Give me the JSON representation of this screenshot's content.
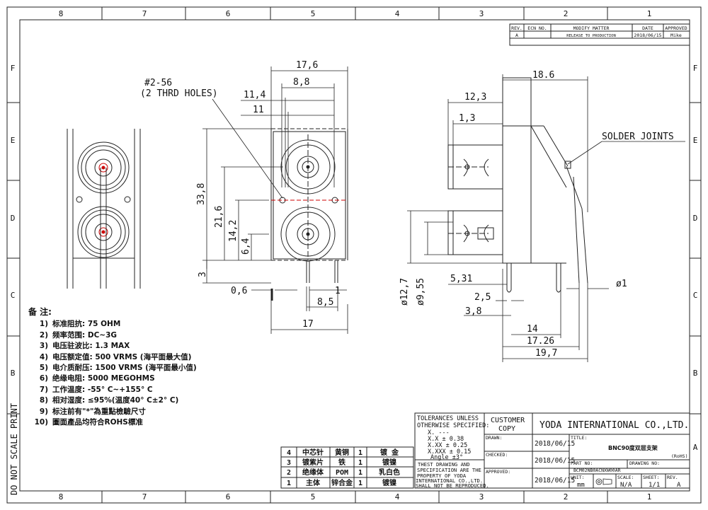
{
  "border": {
    "cols_top": [
      "8",
      "7",
      "6",
      "5",
      "4",
      "3",
      "2",
      "1"
    ],
    "cols_bottom": [
      "8",
      "7",
      "6",
      "5",
      "4",
      "3",
      "2",
      "1"
    ],
    "rows": [
      "F",
      "E",
      "D",
      "C",
      "B",
      "A"
    ],
    "side_note": "DO NOT SCALE PRINT"
  },
  "revision_table": {
    "headers": [
      "REV.",
      "ECN NO.",
      "MODIFY MATTER",
      "DATE",
      "APPROVED"
    ],
    "row": [
      "A",
      "",
      "RELEASE TO PRODUCTION",
      "2018/06/15",
      "Mike"
    ]
  },
  "front_view": {
    "dims": {
      "d17_6": "17,6",
      "d8_8": "8,8",
      "d11_4": "11,4",
      "d11": "11",
      "d33_8": "33,8",
      "d21_6": "21,6",
      "d14_2": "14,2",
      "d6_4": "6,4",
      "d3": "3",
      "d0_6": "0,6",
      "d1": "1",
      "d8_5": "8,5",
      "d17": "17"
    },
    "callout_line1": "#2-56",
    "callout_line2": "(2 THRD HOLES)"
  },
  "side_view": {
    "dims": {
      "d18_6": "18.6",
      "d12_3": "12,3",
      "d1_3": "1,3",
      "d12_7": "ø12,7",
      "d9_55": "ø9,55",
      "d5_31": "5,31",
      "d2_5": "2,5",
      "d3_8": "3,8",
      "d14": "14",
      "d17_26": "17.26",
      "d19_7": "19,7",
      "dphi1": "ø1"
    },
    "callout": "SOLDER JOINTS"
  },
  "notes": {
    "title": "备 注:",
    "items": [
      {
        "n": "1)",
        "t": "标准阻抗: 75 OHM"
      },
      {
        "n": "2)",
        "t": "频率范围: DC~3G"
      },
      {
        "n": "3)",
        "t": "电压驻波比: 1.3 MAX"
      },
      {
        "n": "4)",
        "t": "电压额定值: 500 VRMS (海平面最大值)"
      },
      {
        "n": "5)",
        "t": "电介质耐压: 1500 VRMS (海平面最小值)"
      },
      {
        "n": "6)",
        "t": "绝缘电阻: 5000 MEGOHMS"
      },
      {
        "n": "7)",
        "t": "工作温度: -55° C~+155° C"
      },
      {
        "n": "8)",
        "t": "相对湿度: ≤95%(温度40° C±2° C)"
      },
      {
        "n": "9)",
        "t": "标注前有\"*\"為重點檢驗尺寸"
      },
      {
        "n": "10)",
        "t": "圖面產品均符合ROHS標准"
      }
    ]
  },
  "bom": [
    [
      "4",
      "中芯针",
      "黄铜",
      "1",
      "镀 金"
    ],
    [
      "3",
      "镀紫片",
      "铁",
      "1",
      "镀镍"
    ],
    [
      "2",
      "绝缘体",
      "POM",
      "1",
      "乳白色"
    ],
    [
      "1",
      "主体",
      "锌合金",
      "1",
      "镀镍"
    ]
  ],
  "tolerances": {
    "title1": "TOLERANCES UNLESS",
    "title2": "OTHERWISE SPECIFIED:",
    "r1": "X.    ---",
    "r2": "X.X   ± 0.38",
    "r3": "X.XX  ± 0.25",
    "r4": "X.XXX ± 0.15",
    "r5": "Angle  ±3°",
    "notice1": "THEST DRAWING AND",
    "notice2": "SPECIFICATION ARE THE",
    "notice3": "PROPERTY OF YODA",
    "notice4": "INTERNATIONAL CO.,LTD.",
    "notice5": "SHALL NOT BE REPRODUCED."
  },
  "title_block": {
    "customer1": "CUSTOMER",
    "customer2": "COPY",
    "company": "YODA INTERNATIONAL CO.,LTD.",
    "drawn_label": "DRAWN:",
    "checked_label": "CHECKED:",
    "approved_label": "APPROVED:",
    "date1": "2018/06/15",
    "date2": "2018/06/15",
    "date3": "2018/06/15",
    "title_label": "TITLE:",
    "title": "BNC90度双层支架",
    "rohs": "(RoHS)",
    "part_label": "PART NO:",
    "part_no": "BCM02NB0ACNXW00AR",
    "drawing_label": "DRAWING NO:",
    "unit_label": "UNIT:",
    "unit": "mm",
    "scale_label": "SCALE:",
    "scale": "N/A",
    "sheet_label": "SHEET:",
    "sheet": "1/1",
    "rev_label": "REV.",
    "rev": "A"
  }
}
